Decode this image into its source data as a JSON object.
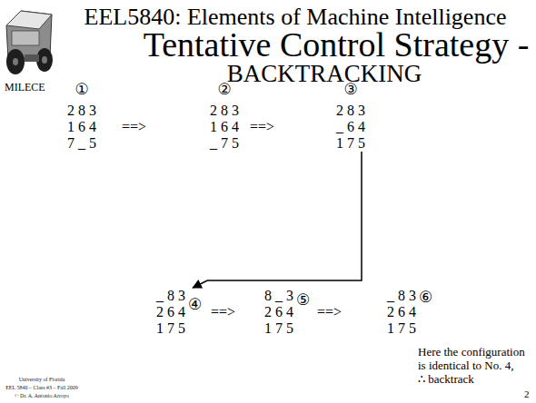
{
  "diagram": {
    "title": "Tentative Control Strategy -",
    "nodes": [
      {
        "text": [
          "①",
          "2 8 3",
          "1 6 4",
          "7 _ 5"
        ]
      },
      {
        "text": [
          "②",
          "2 8 3",
          "1 6 4",
          "_ 7 5"
        ]
      },
      {
        "text": [
          "③",
          "2 8 3",
          "_ 6 4",
          "1 7 5"
        ]
      },
      {
        "text": [
          "④",
          "_ 8 3",
          "2 6 4",
          "1 7 5"
        ]
      },
      {
        "text": [
          "⑤",
          "8 _ 3",
          "2 6 4",
          "1 7 5"
        ]
      },
      {
        "text": [
          "⑥",
          "_ 8 3",
          "2 6 4",
          "1 7 5"
        ]
      }
    ],
    "edges": [
      {
        "from": 2,
        "to": 3,
        "arrow": "to"
      }
    ],
    "labels": [
      "MILECE",
      "EEL5840: Elements of Machine Intelligence",
      "BACKTRACKING",
      "==>",
      "==>",
      "==>",
      "==>",
      "Here the configuration is identical to No. 4,",
      "∴ backtrack",
      "University of Florida",
      "EEL 5840 – Class #3 – Fall 2009",
      "© Dr. A. Antonio Arroyo",
      "2"
    ]
  }
}
